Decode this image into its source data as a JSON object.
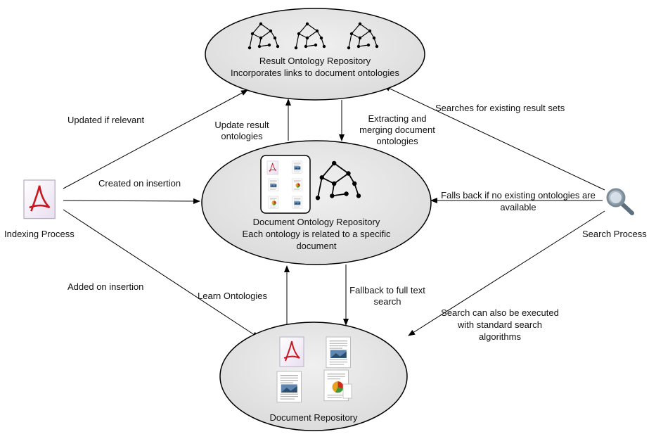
{
  "nodes": {
    "result_repo": {
      "line1": "Result Ontology Repository",
      "line2": "Incorporates links to document ontologies"
    },
    "document_ontology_repo": {
      "line1": "Document Ontology Repository",
      "line2": "Each ontology is related to a specific",
      "line3": "document"
    },
    "document_repo": {
      "label": "Document Repository"
    },
    "indexing": {
      "label": "Indexing Process",
      "icon": "pdf-document-icon"
    },
    "search": {
      "label": "Search Process",
      "icon": "magnifier-icon"
    }
  },
  "edges": {
    "updated_if_relevant": "Updated if relevant",
    "created_on_insertion": "Created on insertion",
    "added_on_insertion": "Added on insertion",
    "update_result_1": "Update result",
    "update_result_2": "ontologies",
    "extracting_1": "Extracting and",
    "extracting_2": "merging document",
    "extracting_3": "ontologies",
    "searches_existing": "Searches for existing result sets",
    "falls_back_1": "Falls back if no existing ontologies are",
    "falls_back_2": "available",
    "learn_ontologies": "Learn Ontologies",
    "fallback_full_1": "Fallback to full text",
    "fallback_full_2": "search",
    "search_standard_1": "Search can also be executed",
    "search_standard_2": "with standard search",
    "search_standard_3": "algorithms"
  },
  "colors": {
    "ellipse_fill": "#e6e6e6",
    "stroke": "#000000",
    "pdf_red": "#c8171e",
    "magnifier": "#8a9aa8"
  }
}
